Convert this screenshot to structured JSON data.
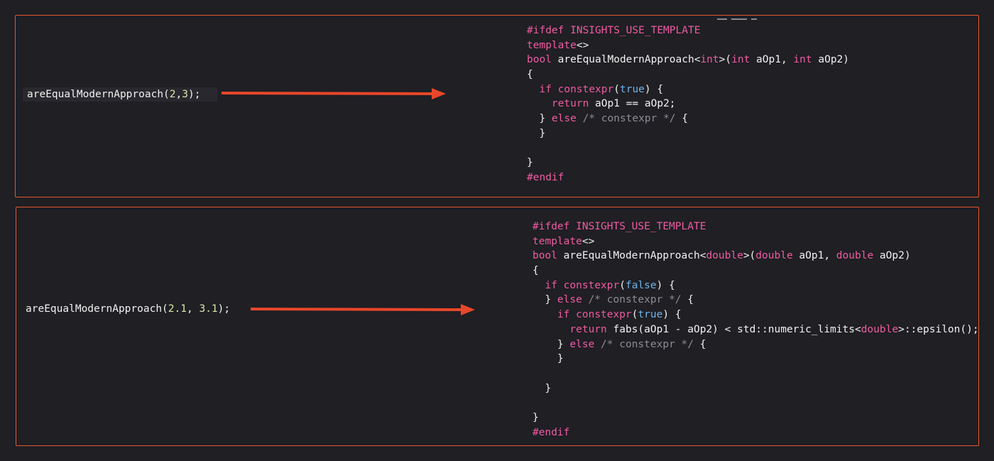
{
  "colors": {
    "background": "#1f1f24",
    "border": "#e4572e",
    "arrow": "#e8472a",
    "keyword": "#ef5ba1",
    "literal": "#6fb3e8",
    "number": "#d8e8a8",
    "comment": "#8c8c94",
    "text": "#f2f2f2"
  },
  "example1": {
    "call": [
      {
        "t": "txt",
        "v": "areEqualModernApproach("
      },
      {
        "t": "num",
        "v": "2"
      },
      {
        "t": "txt",
        "v": ","
      },
      {
        "t": "num",
        "v": "3"
      },
      {
        "t": "txt",
        "v": ");"
      }
    ],
    "code": [
      [
        {
          "t": "kw",
          "v": "#ifdef INSIGHTS_USE_TEMPLATE"
        }
      ],
      [
        {
          "t": "kw",
          "v": "template"
        },
        {
          "t": "txt",
          "v": "<>"
        }
      ],
      [
        {
          "t": "kw",
          "v": "bool"
        },
        {
          "t": "txt",
          "v": " areEqualModernApproach<"
        },
        {
          "t": "kw",
          "v": "int"
        },
        {
          "t": "txt",
          "v": ">("
        },
        {
          "t": "kw",
          "v": "int"
        },
        {
          "t": "txt",
          "v": " aOp1, "
        },
        {
          "t": "kw",
          "v": "int"
        },
        {
          "t": "txt",
          "v": " aOp2)"
        }
      ],
      [
        {
          "t": "txt",
          "v": "{"
        }
      ],
      [
        {
          "t": "txt",
          "v": "  "
        },
        {
          "t": "kw",
          "v": "if"
        },
        {
          "t": "txt",
          "v": " "
        },
        {
          "t": "kw",
          "v": "constexpr"
        },
        {
          "t": "txt",
          "v": "("
        },
        {
          "t": "lit",
          "v": "true"
        },
        {
          "t": "txt",
          "v": ") {"
        }
      ],
      [
        {
          "t": "txt",
          "v": "    "
        },
        {
          "t": "kw",
          "v": "return"
        },
        {
          "t": "txt",
          "v": " aOp1 == aOp2;"
        }
      ],
      [
        {
          "t": "txt",
          "v": "  } "
        },
        {
          "t": "kw",
          "v": "else"
        },
        {
          "t": "txt",
          "v": " "
        },
        {
          "t": "cm",
          "v": "/* constexpr */"
        },
        {
          "t": "txt",
          "v": " {"
        }
      ],
      [
        {
          "t": "txt",
          "v": "  }"
        }
      ],
      [
        {
          "t": "txt",
          "v": ""
        }
      ],
      [
        {
          "t": "txt",
          "v": "}"
        }
      ],
      [
        {
          "t": "kw",
          "v": "#endif"
        }
      ]
    ]
  },
  "example2": {
    "call": [
      {
        "t": "txt",
        "v": "areEqualModernApproach("
      },
      {
        "t": "num",
        "v": "2.1"
      },
      {
        "t": "txt",
        "v": ", "
      },
      {
        "t": "num",
        "v": "3.1"
      },
      {
        "t": "txt",
        "v": ");"
      }
    ],
    "code": [
      [
        {
          "t": "kw",
          "v": "#ifdef INSIGHTS_USE_TEMPLATE"
        }
      ],
      [
        {
          "t": "kw",
          "v": "template"
        },
        {
          "t": "txt",
          "v": "<>"
        }
      ],
      [
        {
          "t": "kw",
          "v": "bool"
        },
        {
          "t": "txt",
          "v": " areEqualModernApproach<"
        },
        {
          "t": "kw",
          "v": "double"
        },
        {
          "t": "txt",
          "v": ">("
        },
        {
          "t": "kw",
          "v": "double"
        },
        {
          "t": "txt",
          "v": " aOp1, "
        },
        {
          "t": "kw",
          "v": "double"
        },
        {
          "t": "txt",
          "v": " aOp2)"
        }
      ],
      [
        {
          "t": "txt",
          "v": "{"
        }
      ],
      [
        {
          "t": "txt",
          "v": "  "
        },
        {
          "t": "kw",
          "v": "if"
        },
        {
          "t": "txt",
          "v": " "
        },
        {
          "t": "kw",
          "v": "constexpr"
        },
        {
          "t": "txt",
          "v": "("
        },
        {
          "t": "lit",
          "v": "false"
        },
        {
          "t": "txt",
          "v": ") {"
        }
      ],
      [
        {
          "t": "txt",
          "v": "  } "
        },
        {
          "t": "kw",
          "v": "else"
        },
        {
          "t": "txt",
          "v": " "
        },
        {
          "t": "cm",
          "v": "/* constexpr */"
        },
        {
          "t": "txt",
          "v": " {"
        }
      ],
      [
        {
          "t": "txt",
          "v": "    "
        },
        {
          "t": "kw",
          "v": "if"
        },
        {
          "t": "txt",
          "v": " "
        },
        {
          "t": "kw",
          "v": "constexpr"
        },
        {
          "t": "txt",
          "v": "("
        },
        {
          "t": "lit",
          "v": "true"
        },
        {
          "t": "txt",
          "v": ") {"
        }
      ],
      [
        {
          "t": "txt",
          "v": "      "
        },
        {
          "t": "kw",
          "v": "return"
        },
        {
          "t": "txt",
          "v": " fabs(aOp1 - aOp2) < std::numeric_limits<"
        },
        {
          "t": "kw",
          "v": "double"
        },
        {
          "t": "txt",
          "v": ">::epsilon();"
        }
      ],
      [
        {
          "t": "txt",
          "v": "    } "
        },
        {
          "t": "kw",
          "v": "else"
        },
        {
          "t": "txt",
          "v": " "
        },
        {
          "t": "cm",
          "v": "/* constexpr */"
        },
        {
          "t": "txt",
          "v": " {"
        }
      ],
      [
        {
          "t": "txt",
          "v": "    }"
        }
      ],
      [
        {
          "t": "txt",
          "v": ""
        }
      ],
      [
        {
          "t": "txt",
          "v": "  }"
        }
      ],
      [
        {
          "t": "txt",
          "v": ""
        }
      ],
      [
        {
          "t": "txt",
          "v": "}"
        }
      ],
      [
        {
          "t": "kw",
          "v": "#endif"
        }
      ]
    ]
  }
}
